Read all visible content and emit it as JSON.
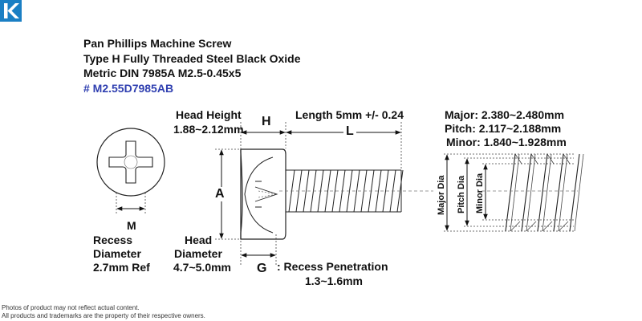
{
  "brand": {
    "logo_letter": "K",
    "color": "#1a7fc4"
  },
  "title": {
    "line1": "Pan Phillips Machine Screw",
    "line2": "Type H Fully Threaded Steel Black Oxide",
    "line3": "Metric DIN 7985A M2.5-0.45x5",
    "part_number": "# M2.55D7985AB",
    "part_number_color": "#2f3fb0"
  },
  "dimensions": {
    "head_height_label": "Head Height",
    "head_height_value": "1.88~2.12mm",
    "h_symbol": "H",
    "length_label": "Length 5mm +/- 0.24",
    "l_symbol": "L",
    "a_symbol": "A",
    "m_symbol": "M",
    "g_symbol": "G",
    "recess_diameter_line1": "Recess",
    "recess_diameter_line2": "Diameter",
    "recess_diameter_line3": "2.7mm Ref",
    "head_diameter_line1": "Head",
    "head_diameter_line2": "Diameter",
    "head_diameter_line3": "4.7~5.0mm",
    "recess_penetration_label": ": Recess Penetration",
    "recess_penetration_value": "1.3~1.6mm"
  },
  "thread": {
    "major": "Major: 2.380~2.480mm",
    "pitch": "Pitch:  2.117~2.188mm",
    "minor": "Minor: 1.840~1.928mm",
    "major_dia_label": "Major Dia",
    "pitch_dia_label": "Pitch Dia",
    "minor_dia_label": "Minor Dia"
  },
  "footer": {
    "line1": "Photos of product may not reflect actual content.",
    "line2": "All products and trademarks are the property of their respective owners."
  }
}
